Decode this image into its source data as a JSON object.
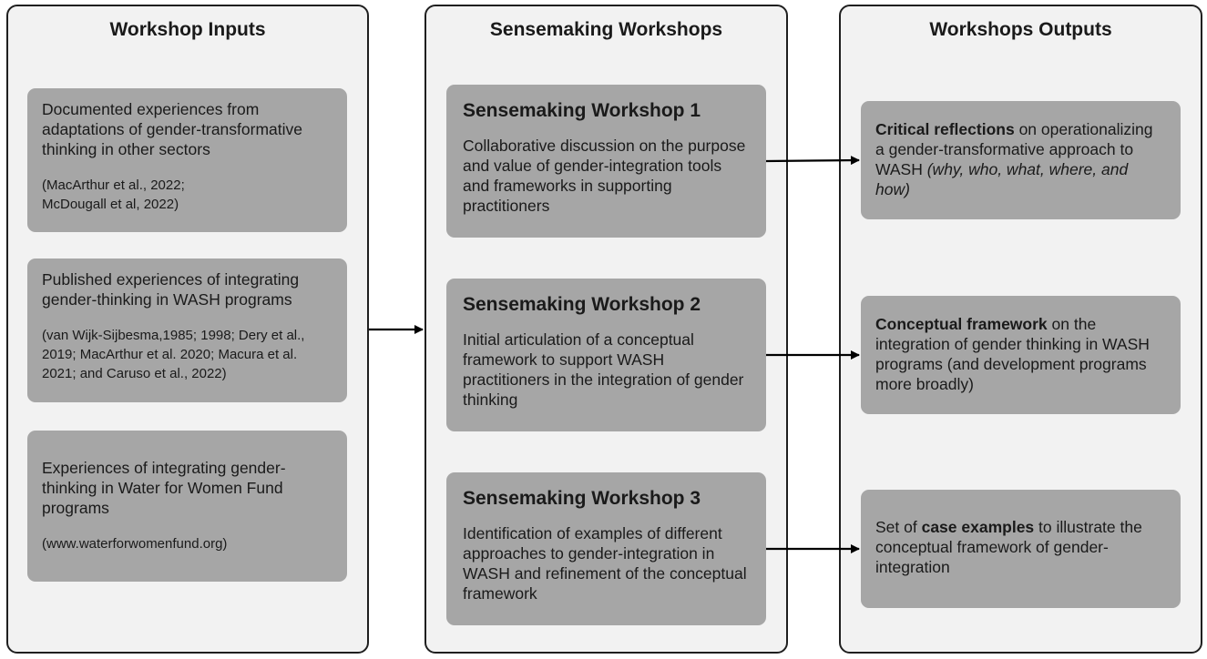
{
  "columns": {
    "inputs": {
      "title": "Workshop Inputs"
    },
    "workshops": {
      "title": "Sensemaking Workshops"
    },
    "outputs": {
      "title": "Workshops Outputs"
    }
  },
  "inputs": [
    {
      "text": "Documented experiences from adaptations of gender-transformative thinking in other sectors",
      "ref_line1": "(MacArthur et al., 2022;",
      "ref_line2": "McDougall et al, 2022)"
    },
    {
      "text": "Published experiences of integrating gender-thinking in WASH programs",
      "ref": "(van Wijk-Sijbesma,1985; 1998; Dery et al., 2019; MacArthur et al. 2020; Macura et al. 2021; and Caruso et al., 2022)"
    },
    {
      "text": "Experiences of integrating gender-thinking in Water for Women Fund programs",
      "ref": "(www.waterforwomenfund.org)"
    }
  ],
  "workshops": [
    {
      "title": "Sensemaking Workshop 1",
      "text": "Collaborative discussion on the purpose and value of gender-integration tools and frameworks in supporting practitioners"
    },
    {
      "title": "Sensemaking Workshop 2",
      "text": "Initial articulation of a conceptual framework to support WASH practitioners in the integration of gender thinking"
    },
    {
      "title": "Sensemaking Workshop 3",
      "text": "Identification of examples of different approaches to gender-integration in WASH and refinement of the conceptual framework"
    }
  ],
  "outputs": [
    {
      "bold": "Critical reflections",
      "text": " on operationalizing a gender-transformative approach to WASH",
      "italic": "(why, who, what, where, and how)"
    },
    {
      "bold": "Conceptual framework",
      "text": " on the integration of gender thinking in WASH programs (and development programs more broadly)"
    },
    {
      "pre": "Set of ",
      "bold": "case examples",
      "text": " to illustrate the conceptual framework of gender-integration"
    }
  ]
}
